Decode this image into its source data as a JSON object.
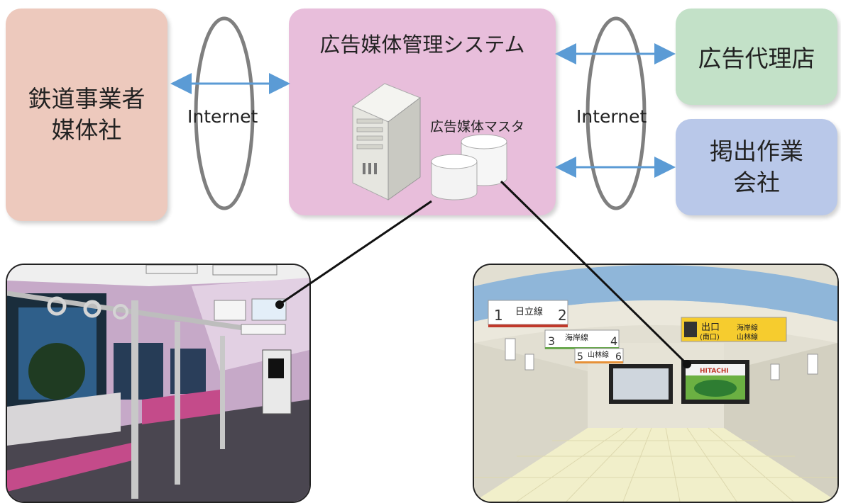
{
  "nodes": {
    "railway": {
      "line1": "鉄道事業者",
      "line2": "媒体社"
    },
    "system": {
      "title": "広告媒体管理システム",
      "master": "広告媒体マスタ"
    },
    "agency": {
      "label": "広告代理店"
    },
    "posting": {
      "line1": "掲出作業",
      "line2": "会社"
    }
  },
  "networks": {
    "left": "Internet",
    "right": "Internet"
  },
  "station_signs": {
    "line_a": "日立線",
    "line_a_num_left": "1",
    "line_a_num_right": "2",
    "line_b": "海岸線",
    "line_b_num_left": "3",
    "line_b_num_right": "4",
    "line_c": "山林線",
    "line_c_num_left": "5",
    "line_c_num_right": "6",
    "exit": "出口",
    "exit_sub": "(南口)",
    "exit_line1": "海岸線",
    "exit_line2": "山林線",
    "hitachi": "HITACHI"
  }
}
